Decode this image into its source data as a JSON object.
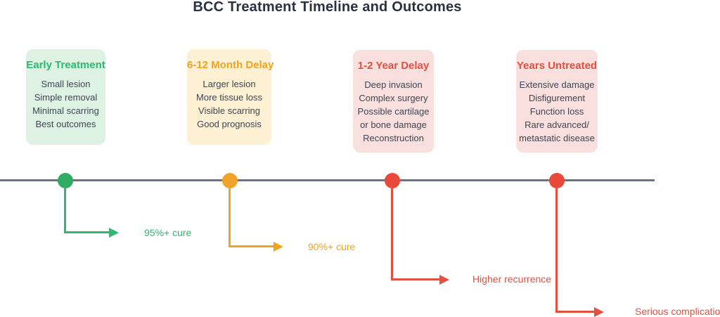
{
  "title": "BCC Treatment Timeline and Outcomes",
  "colors": {
    "title_text": "#2b3140",
    "body_text": "#3f4553",
    "timeline_line": "#6e7285",
    "green_accent": "#2eb872",
    "green_dot": "#2fab62",
    "green_card_bg": "#ddf2e3",
    "amber_accent": "#f0a321",
    "amber_dot": "#f0a32a",
    "amber_card_bg": "#fdf0d3",
    "red_accent": "#e2503f",
    "red_dot": "#e8493a",
    "red_card_bg": "#f9dfdd"
  },
  "cards": [
    {
      "title": "Early Treatment",
      "lines": [
        "Small lesion",
        "Simple removal",
        "Minimal scarring",
        "Best outcomes"
      ]
    },
    {
      "title": "6-12 Month Delay",
      "lines": [
        "Larger lesion",
        "More tissue loss",
        "Visible scarring",
        "Good prognosis"
      ]
    },
    {
      "title": "1-2 Year Delay",
      "lines": [
        "Deep invasion",
        "Complex surgery",
        "Possible cartilage",
        "or bone damage",
        "Reconstruction"
      ]
    },
    {
      "title": "Years Untreated",
      "lines": [
        "Extensive damage",
        "Disfigurement",
        "Function loss",
        "Rare advanced/",
        "metastatic disease"
      ]
    }
  ],
  "timeline": {
    "milestones": [
      {
        "stage": "Early Treatment",
        "outcome_label": "95%+ cure"
      },
      {
        "stage": "6-12 Month Delay",
        "outcome_label": "90%+ cure"
      },
      {
        "stage": "1-2 Year Delay",
        "outcome_label": "Higher recurrence"
      },
      {
        "stage": "Years Untreated",
        "outcome_label": "Serious complication"
      }
    ]
  }
}
